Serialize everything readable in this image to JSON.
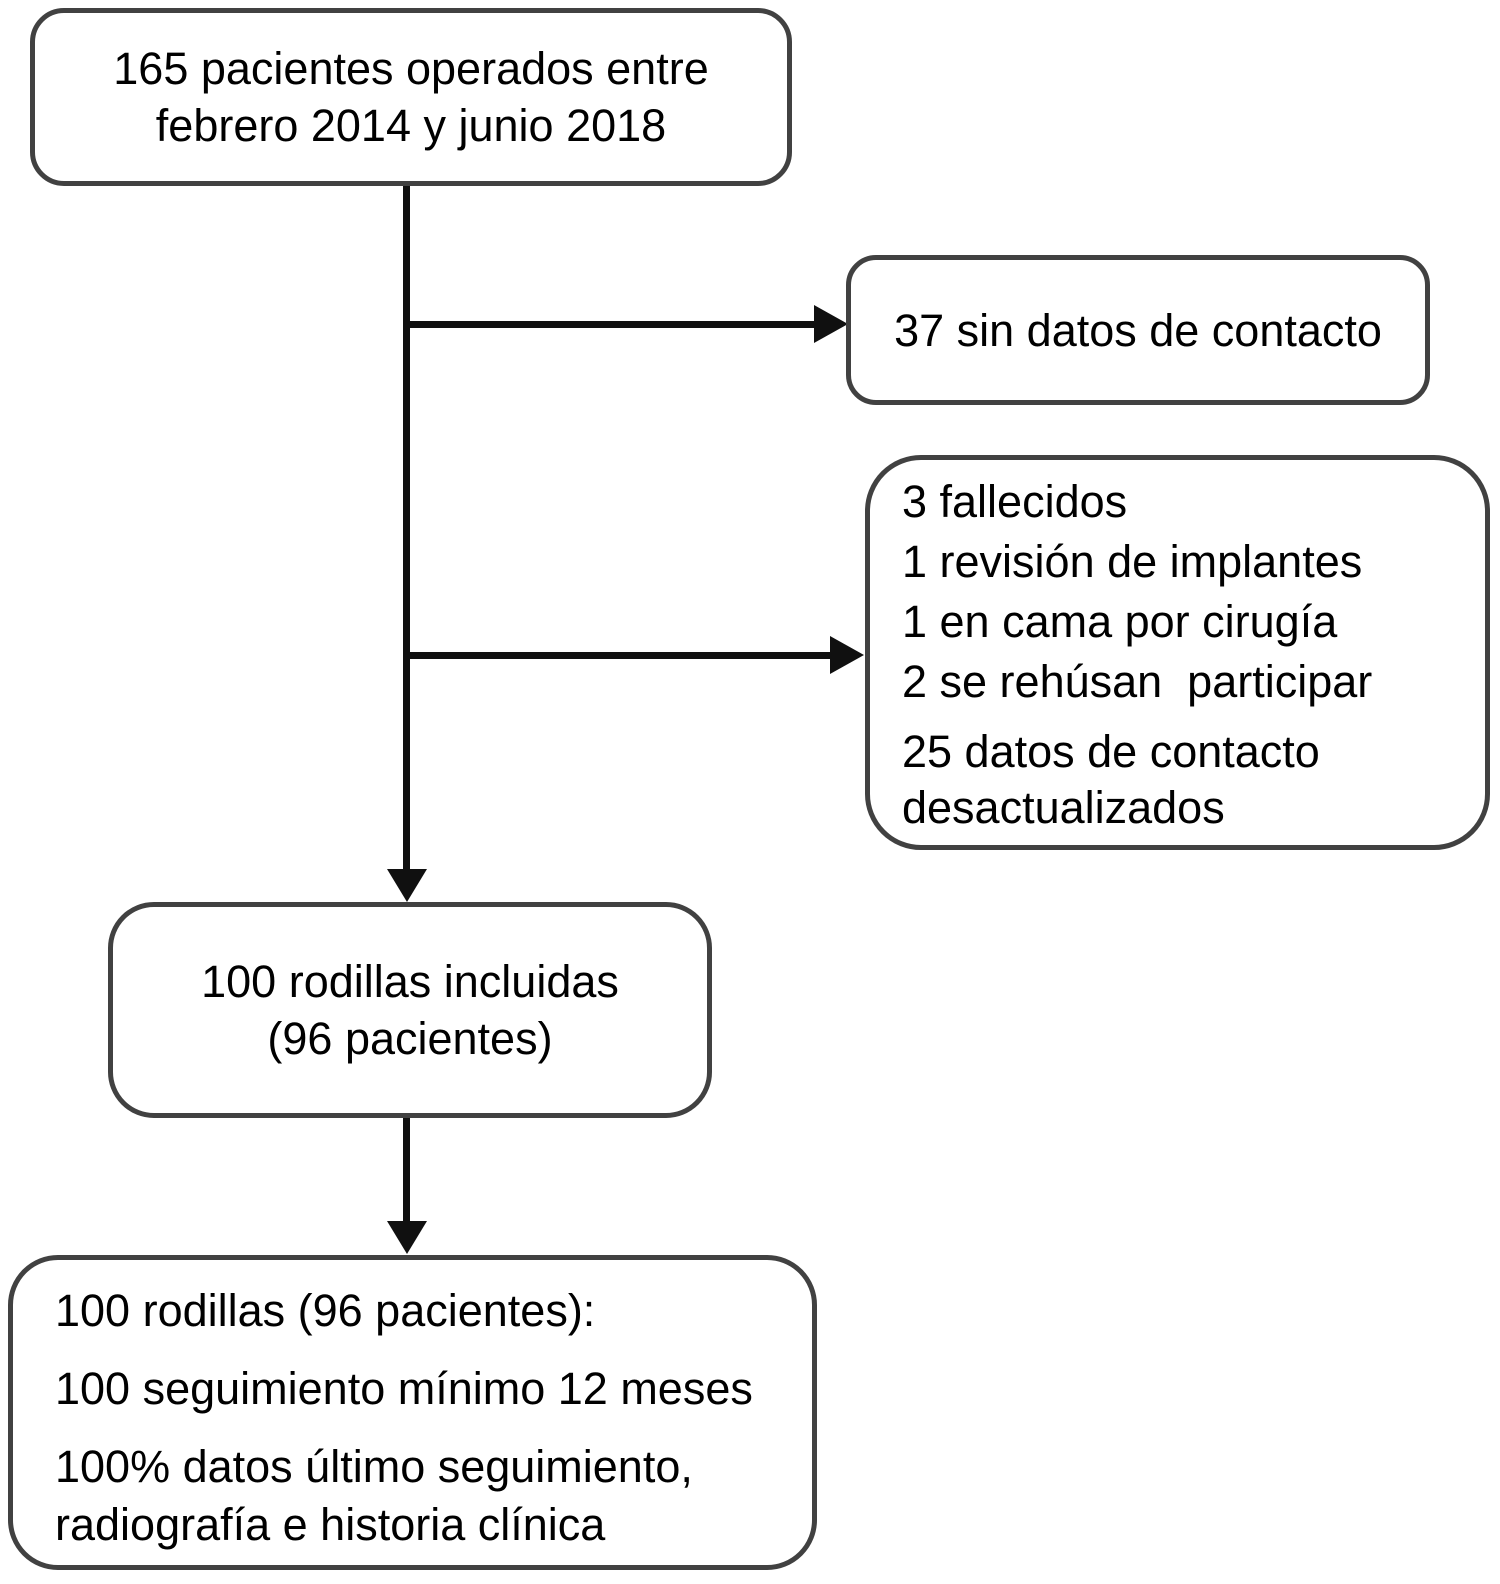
{
  "figure": {
    "kind": "patient-flow-diagram",
    "colors": {
      "background": "#ffffff",
      "box_border": "#414141",
      "connector": "#101010",
      "text": "#000000"
    }
  },
  "boxes": {
    "operated": {
      "lines": [
        "165 pacientes operados entre",
        "febrero 2014 y junio 2018"
      ]
    },
    "no_contact": {
      "lines": [
        "37 sin datos de contacto"
      ]
    },
    "excluded": {
      "items": [
        "3 fallecidos",
        "1 revisión de implantes",
        "1 en cama por cirugía",
        "2 se rehúsan  participar",
        "25 datos de contacto desactualizados"
      ]
    },
    "included": {
      "lines": [
        "100 rodillas incluidas",
        "(96 pacientes)"
      ]
    },
    "final": {
      "items": [
        "100 rodillas (96 pacientes):",
        "100 seguimiento mínimo 12 meses",
        "100% datos último seguimiento, radiografía e historia clínica"
      ]
    }
  }
}
